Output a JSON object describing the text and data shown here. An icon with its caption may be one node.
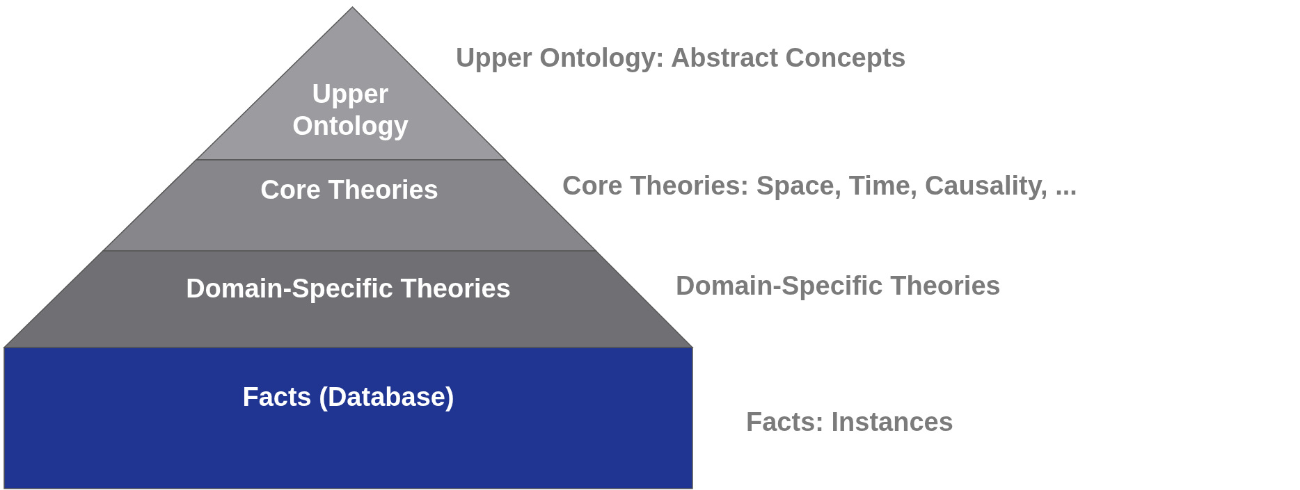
{
  "diagram": {
    "nodes": [
      {
        "text": [
          "Upper Ontology"
        ],
        "beside": [
          "Upper Ontology: Abstract Concepts"
        ]
      },
      {
        "text": [
          "Core Theories"
        ],
        "beside": [
          "Core Theories: Space, Time, Causality, ..."
        ]
      },
      {
        "text": [
          "Domain-Specific Theories"
        ],
        "beside": [
          "Domain-Specific Theories"
        ]
      },
      {
        "text": [
          "Facts (Database)"
        ],
        "beside": [
          "Facts: Instances"
        ]
      }
    ]
  }
}
